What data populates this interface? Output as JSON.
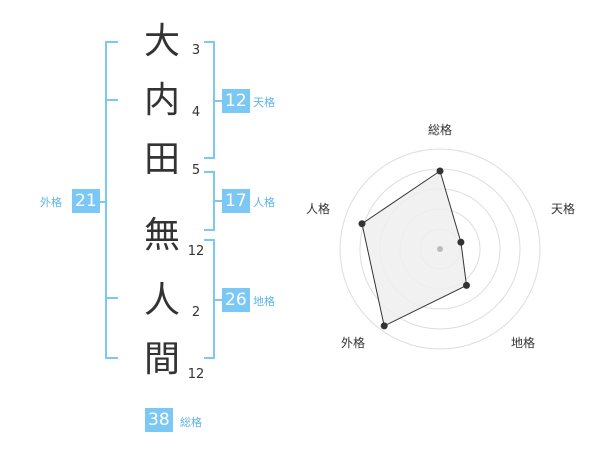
{
  "name": {
    "characters": [
      {
        "char": "大",
        "strokes": "3"
      },
      {
        "char": "内",
        "strokes": "4"
      },
      {
        "char": "田",
        "strokes": "5"
      },
      {
        "char": "無",
        "strokes": "12"
      },
      {
        "char": "人",
        "strokes": "2"
      },
      {
        "char": "間",
        "strokes": "12"
      }
    ]
  },
  "fortunes": {
    "tenkaku": {
      "value": "12",
      "label": "天格"
    },
    "jinkaku": {
      "value": "17",
      "label": "人格"
    },
    "chikaku": {
      "value": "26",
      "label": "地格"
    },
    "gaikaku": {
      "value": "21",
      "label": "外格"
    },
    "soukaku": {
      "value": "38",
      "label": "総格"
    }
  },
  "radar": {
    "axes": [
      "総格",
      "天格",
      "地格",
      "外格",
      "人格"
    ],
    "values": [
      0.78,
      0.22,
      0.45,
      0.95,
      0.82
    ],
    "colors": {
      "fill": "#eeeeee",
      "line": "#333333",
      "ring": "#dddddd",
      "center": "#bbbbbb"
    }
  },
  "colors": {
    "accent": "#7cc8f4",
    "accent_text": "#5bb4ea",
    "text": "#333333"
  }
}
